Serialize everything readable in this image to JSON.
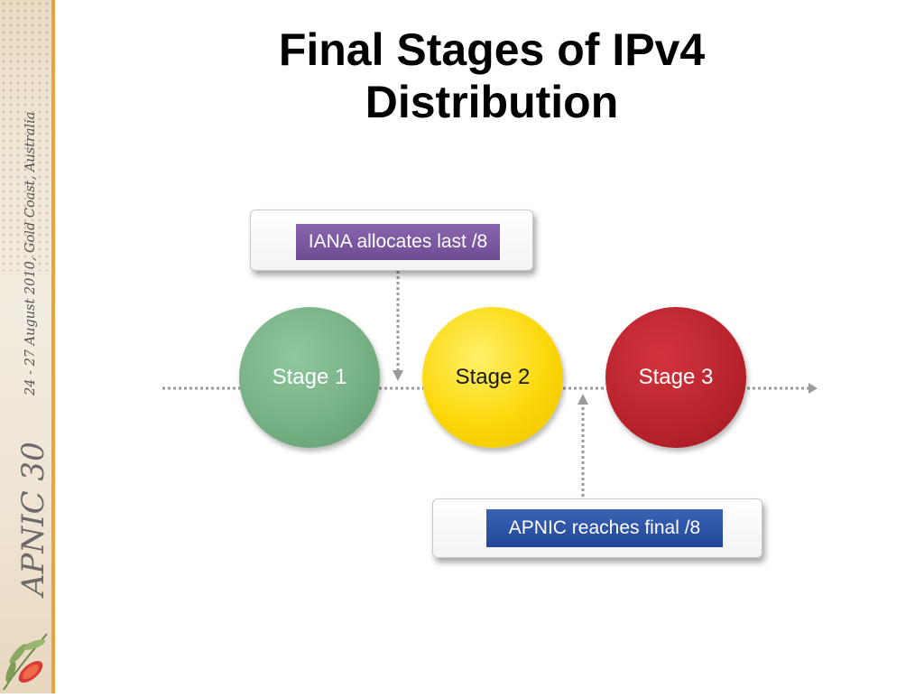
{
  "slide": {
    "title_line1": "Final Stages of IPv4",
    "title_line2": "Distribution"
  },
  "diagram": {
    "top_callout": "IANA allocates last /8",
    "bottom_callout": "APNIC reaches final /8",
    "stages": [
      {
        "label": "Stage 1",
        "color": "#72ad80"
      },
      {
        "label": "Stage 2",
        "color": "#fbd80a"
      },
      {
        "label": "Stage 3",
        "color": "#b8232c"
      }
    ]
  },
  "sidebar": {
    "event_text": "APNIC 30",
    "dates_text": "24 - 27 August 2010, Gold Coast, Australia"
  },
  "colors": {
    "strip_border": "#e7a63a",
    "purple_label": "#7a57a0",
    "blue_label": "#2c52a6",
    "connector": "#9a9a9a"
  }
}
